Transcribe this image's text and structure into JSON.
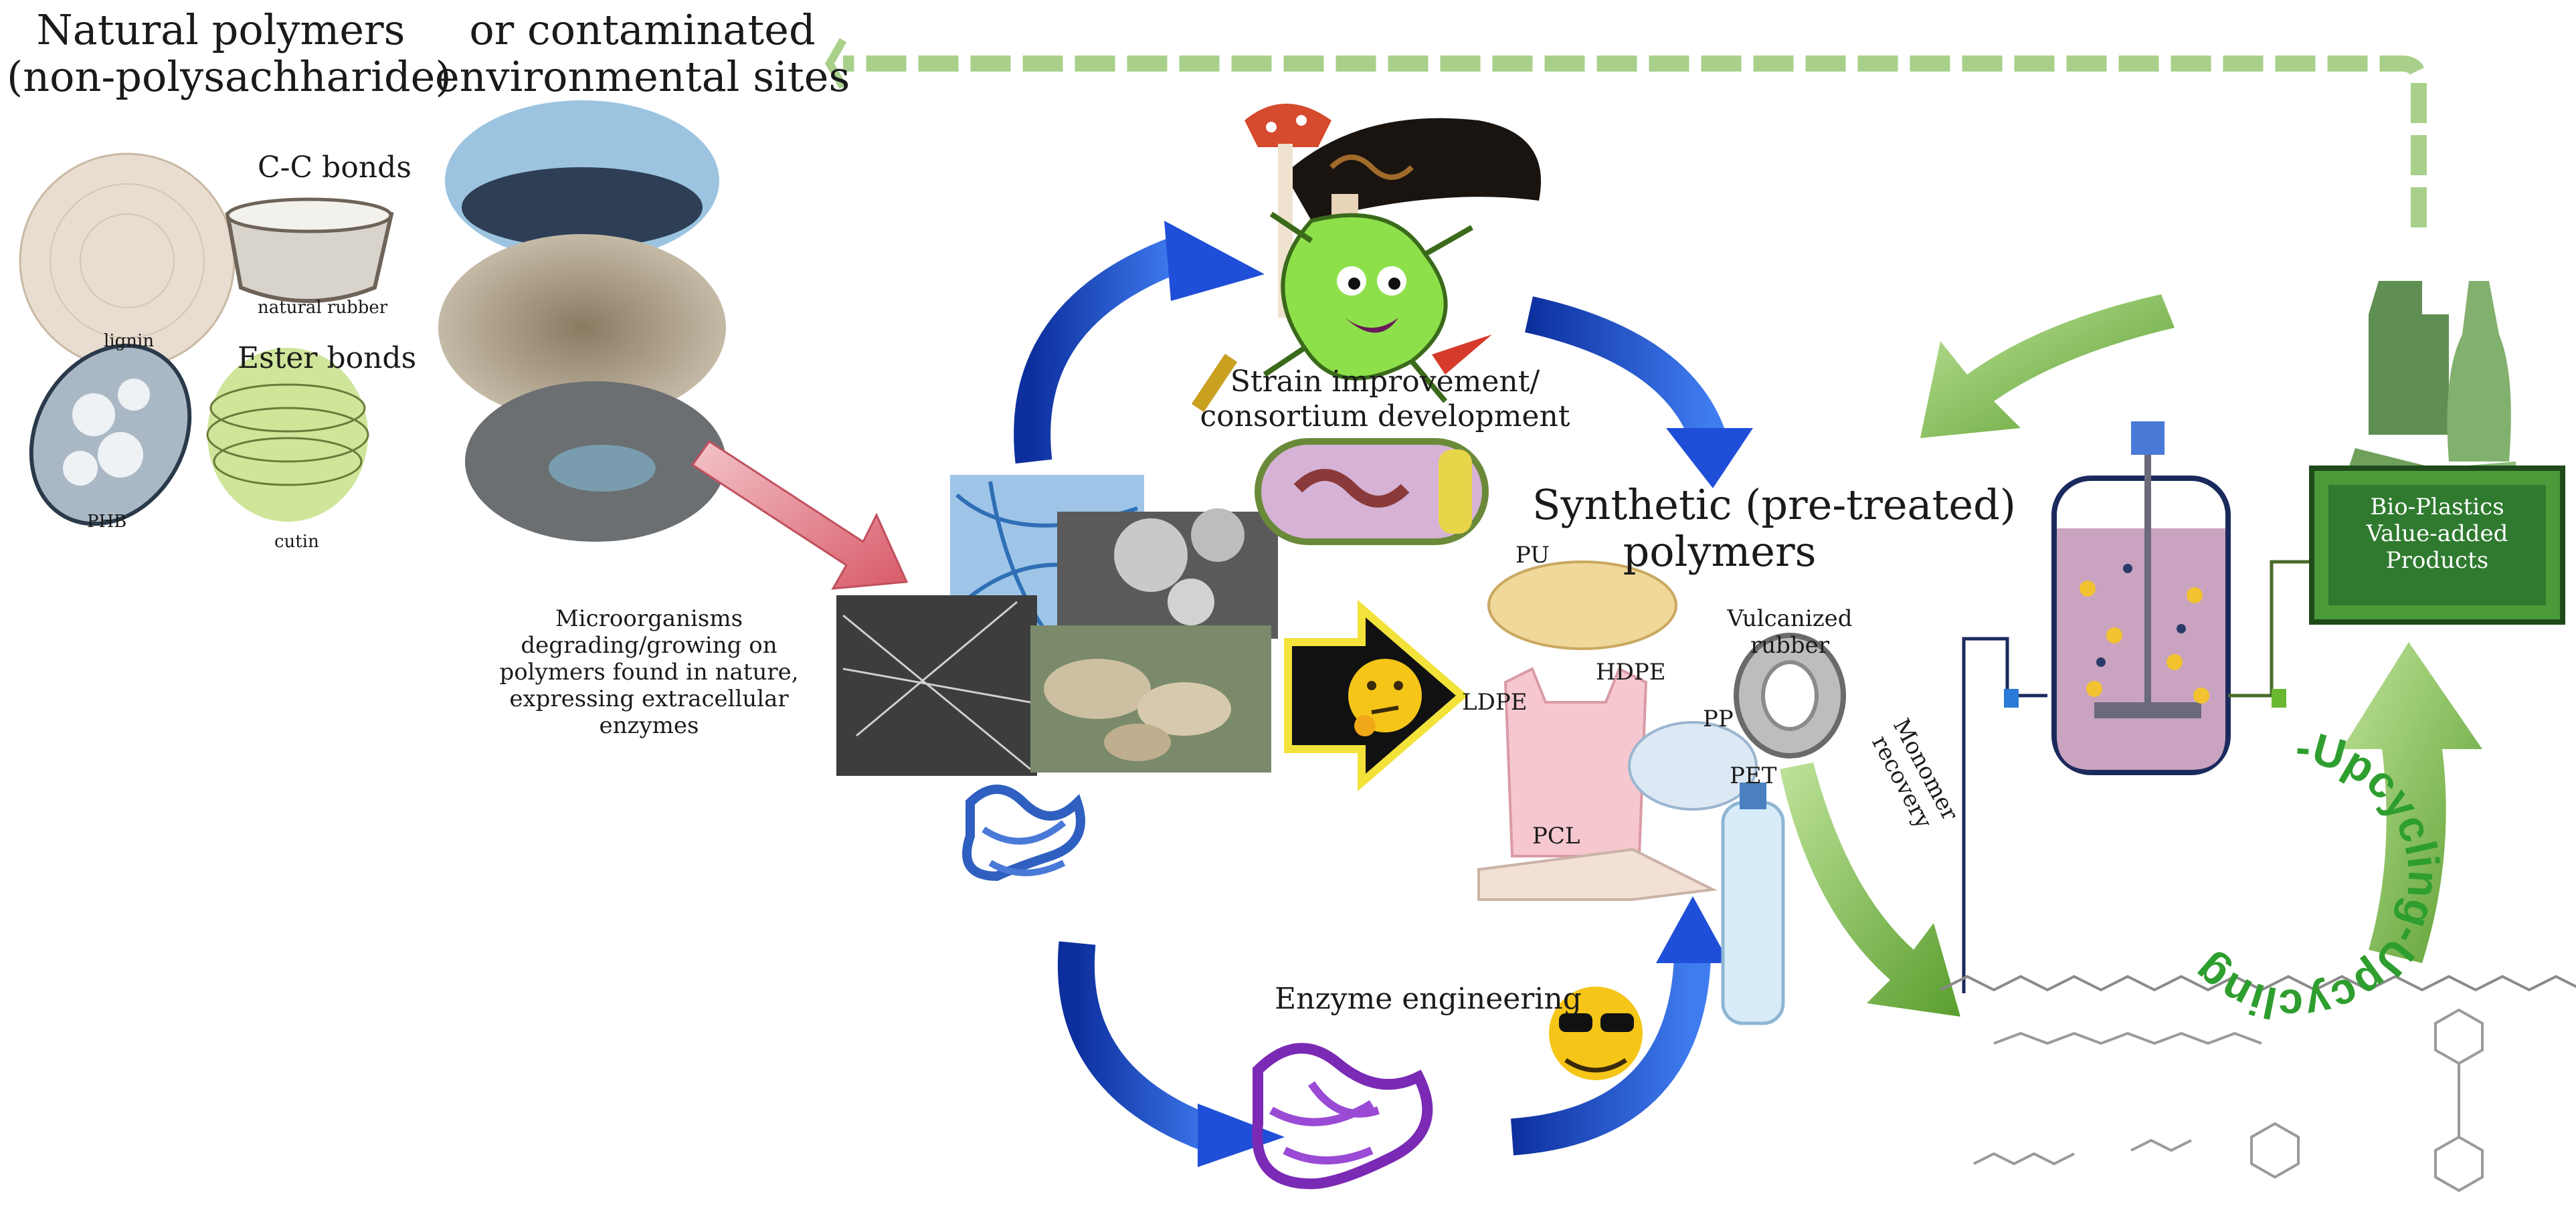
{
  "labels": {
    "natural_polymers_line1": "Natural polymers",
    "natural_polymers_line2": "(non-polysachharide)",
    "contaminated_line1": "or contaminated",
    "contaminated_line2": "environmental sites",
    "cc_bonds": "C-C bonds",
    "natural_rubber": "natural rubber",
    "lignin": "lignin",
    "ester_bonds": "Ester bonds",
    "phb": "PHB",
    "cutin": "cutin",
    "microorganisms_line1": "Microorganisms",
    "microorganisms_line2": "degrading/growing on",
    "microorganisms_line3": "polymers found in nature,",
    "microorganisms_line4": "expressing extracellular",
    "microorganisms_line5": "enzymes",
    "strain_line1": "Strain improvement/",
    "strain_line2": "consortium development",
    "synthetic_line1": "Synthetic (pre-treated)",
    "synthetic_line2": "polymers",
    "pu": "PU",
    "vulcanized_line1": "Vulcanized",
    "vulcanized_line2": "rubber",
    "hdpe": "HDPE",
    "ldpe": "LDPE",
    "pp": "PP",
    "pet": "PET",
    "pcl": "PCL",
    "monomer_line1": "Monomer",
    "monomer_line2": "recovery",
    "enzyme_engineering": "Enzyme engineering",
    "bioplastics_line1": "Bio-Plastics",
    "bioplastics_line2": "Value-added",
    "bioplastics_line3": "Products",
    "upcycling": "-Upcycling-Upcycling"
  },
  "colors": {
    "cycle_arrow_blue": "#1f4fd8",
    "green_arrow": "#7ab648",
    "red_arrow": "#e0707a",
    "product_box": "#2f7a2f",
    "upcycling_text": "#2e9e2e",
    "reactor_fill": "#c9a3bf",
    "reactor_outline": "#1b2a5c"
  },
  "icons": [
    "mushroom-icon",
    "microbe-icon",
    "bacterium-icon",
    "thinking-emoji-icon",
    "sunglasses-emoji-icon",
    "enzyme-structure-icon",
    "bioreactor-icon",
    "plastic-bottles-icon"
  ]
}
